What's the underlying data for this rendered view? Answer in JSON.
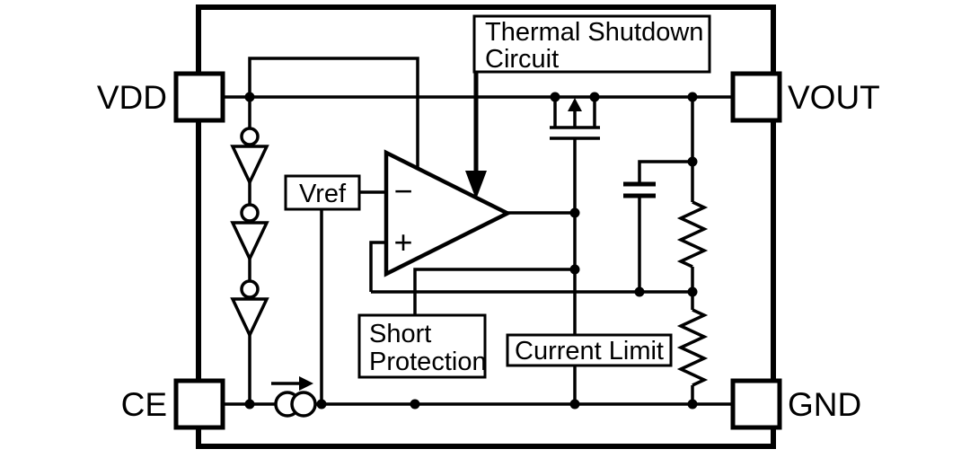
{
  "pins": {
    "vdd": "VDD",
    "vout": "VOUT",
    "ce": "CE",
    "gnd": "GND"
  },
  "blocks": {
    "thermal_shutdown": {
      "line1": "Thermal Shutdown",
      "line2": "Circuit"
    },
    "vref": {
      "label": "Vref"
    },
    "short_protection": {
      "line1": "Short",
      "line2": "Protection"
    },
    "current_limit": {
      "label": "Current Limit"
    }
  },
  "error_amp": {
    "inverting": "−",
    "noninverting": "+"
  },
  "colors": {
    "stroke": "#000000",
    "background": "#ffffff"
  }
}
